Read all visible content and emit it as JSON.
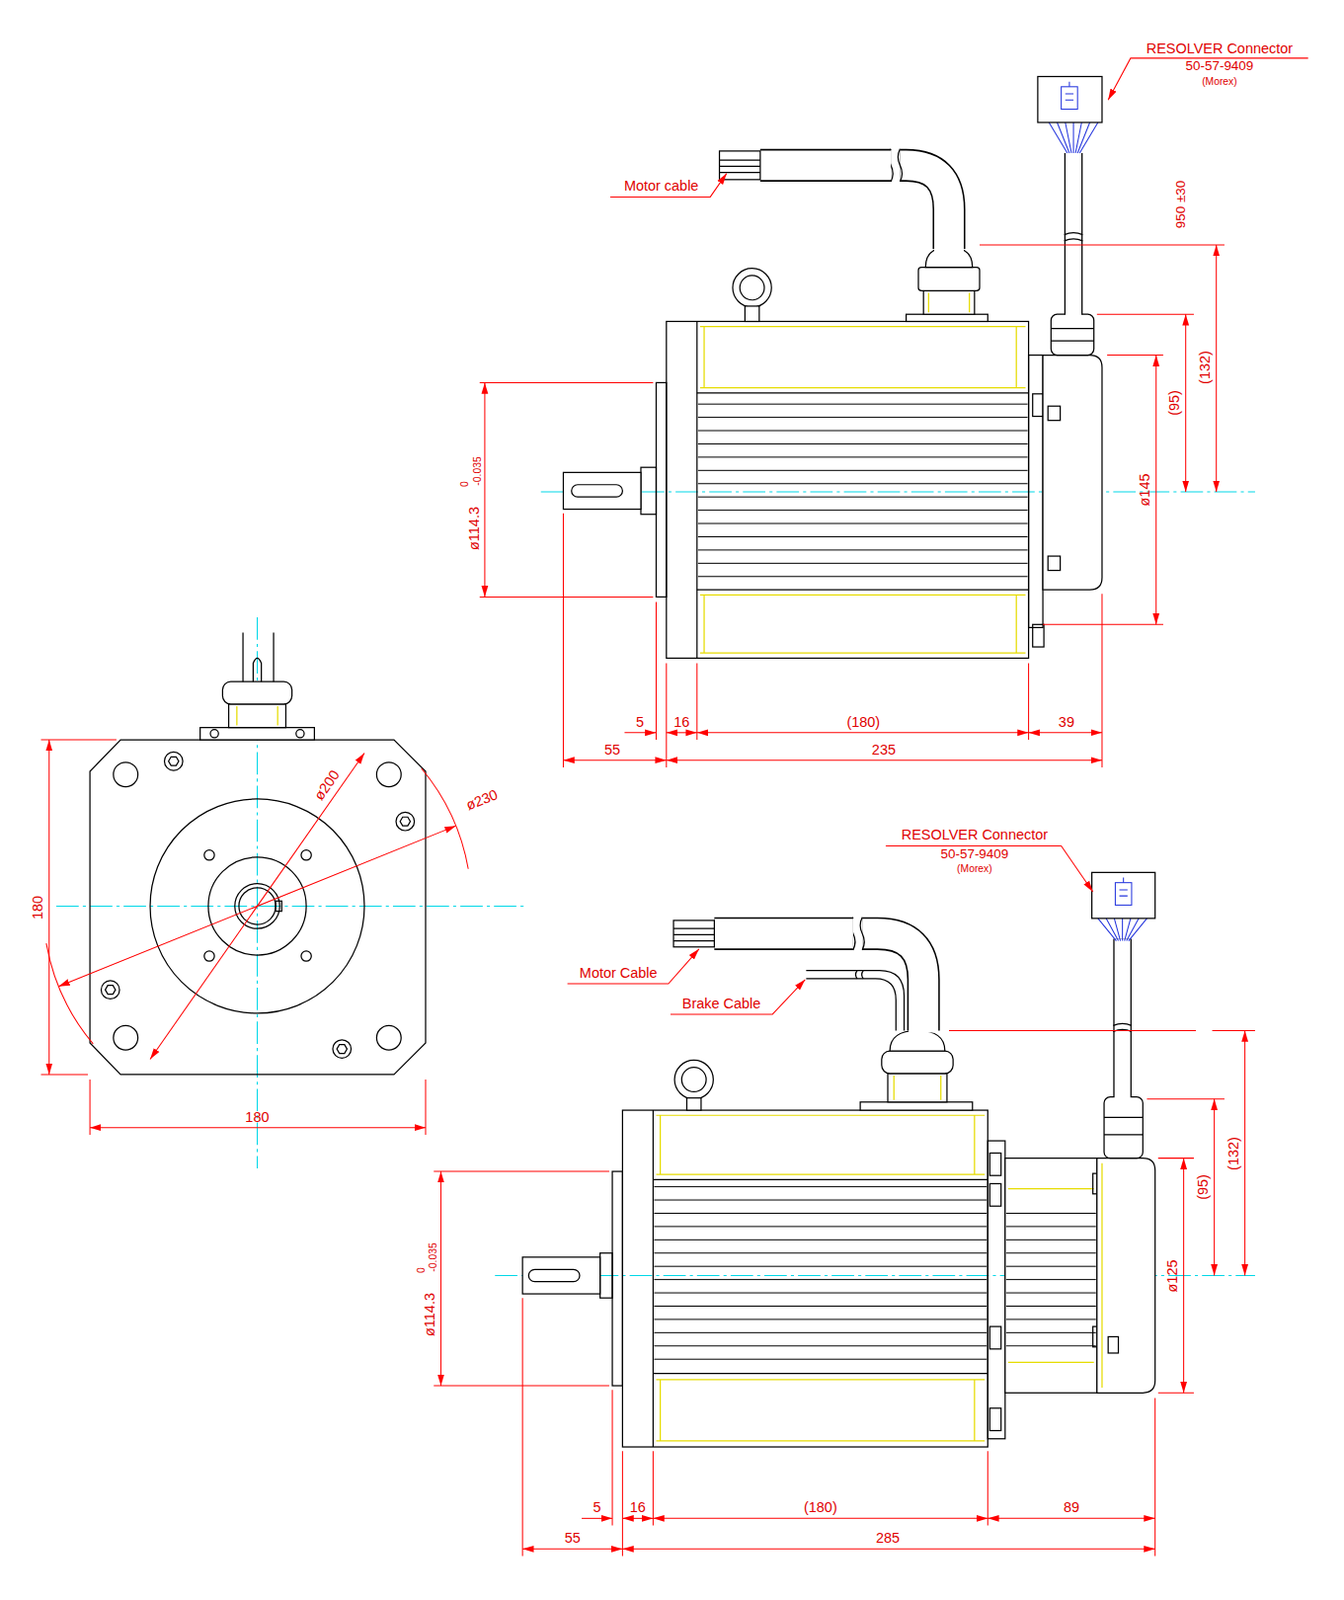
{
  "diagram": {
    "labels": [
      "RESOLVER Connector",
      "50-57-9409",
      "(Morex)",
      "Motor cable",
      "950 ±30",
      "(132)",
      "(95)",
      "ø145",
      "ø114.3",
      "0",
      "-0.035",
      "5",
      "16",
      "(180)",
      "39",
      "55",
      "235",
      "ø200",
      "ø230",
      "180",
      "180",
      "RESOLVER Connector",
      "50-57-9409",
      "(Morex)",
      "Motor Cable",
      "Brake Cable",
      "(132)",
      "(95)",
      "ø125",
      "ø114.3",
      "0",
      "-0.035",
      "5",
      "16",
      "(180)",
      "89",
      "55",
      "285"
    ]
  }
}
